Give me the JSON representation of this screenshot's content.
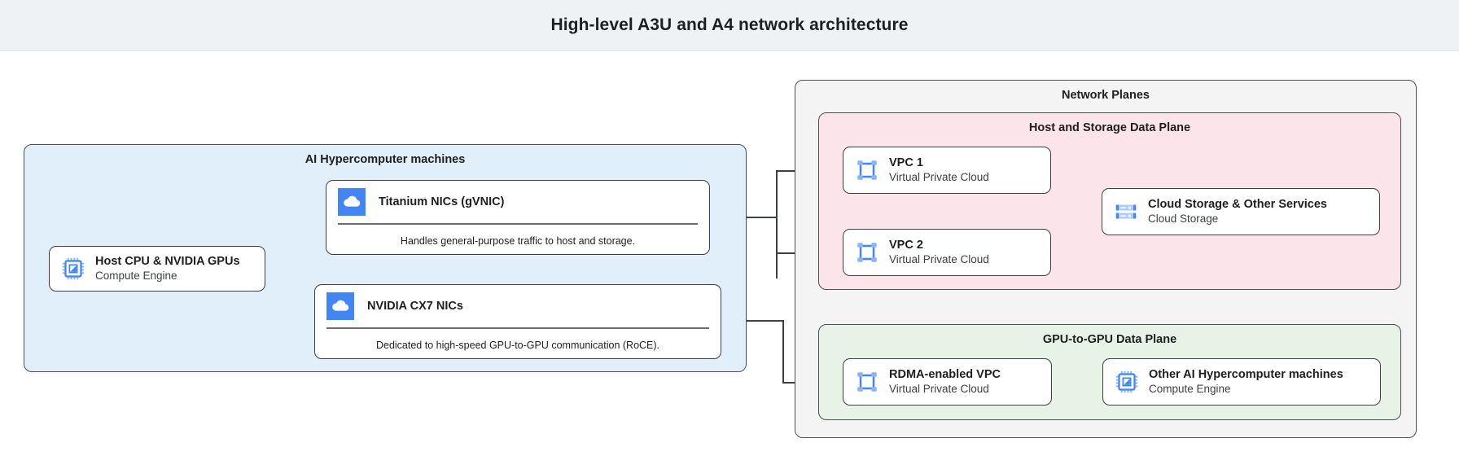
{
  "header": {
    "title": "High-level A3U and A4 network architecture"
  },
  "colors": {
    "header_bg": "#eef2f5",
    "machines_bg": "#e0effa",
    "network_planes_bg": "#f5f4f4",
    "host_storage_plane_bg": "#fbe4ea",
    "gpu_plane_bg": "#e6f3e6",
    "icon_blue": "#4285f4",
    "icon_blue_light": "#8ab4f8",
    "border": "#3c4043",
    "card_bg": "#ffffff"
  },
  "machines_group": {
    "title": "AI Hypercomputer machines",
    "host_node": {
      "icon": "cpu-chip-icon",
      "title": "Host CPU & NVIDIA GPUs",
      "subtitle": "Compute Engine"
    },
    "nics": [
      {
        "icon": "cloud-icon",
        "title": "Titanium NICs (gVNIC)",
        "caption": "Handles general-purpose traffic to host and storage."
      },
      {
        "icon": "cloud-icon",
        "title": "NVIDIA CX7 NICs",
        "caption": "Dedicated to high-speed GPU-to-GPU communication (RoCE)."
      }
    ]
  },
  "network_planes": {
    "title": "Network Planes",
    "host_storage_plane": {
      "title": "Host and Storage Data Plane",
      "nodes": [
        {
          "icon": "vpc-icon",
          "title": "VPC 1",
          "subtitle": "Virtual Private Cloud"
        },
        {
          "icon": "vpc-icon",
          "title": "VPC 2",
          "subtitle": "Virtual Private Cloud"
        },
        {
          "icon": "storage-icon",
          "title": "Cloud Storage & Other Services",
          "subtitle": "Cloud Storage"
        }
      ]
    },
    "gpu_plane": {
      "title": "GPU-to-GPU Data Plane",
      "nodes": [
        {
          "icon": "vpc-icon",
          "title": "RDMA-enabled VPC",
          "subtitle": "Virtual Private Cloud"
        },
        {
          "icon": "cpu-chip-icon",
          "title": "Other AI Hypercomputer machines",
          "subtitle": "Compute Engine"
        }
      ]
    }
  }
}
